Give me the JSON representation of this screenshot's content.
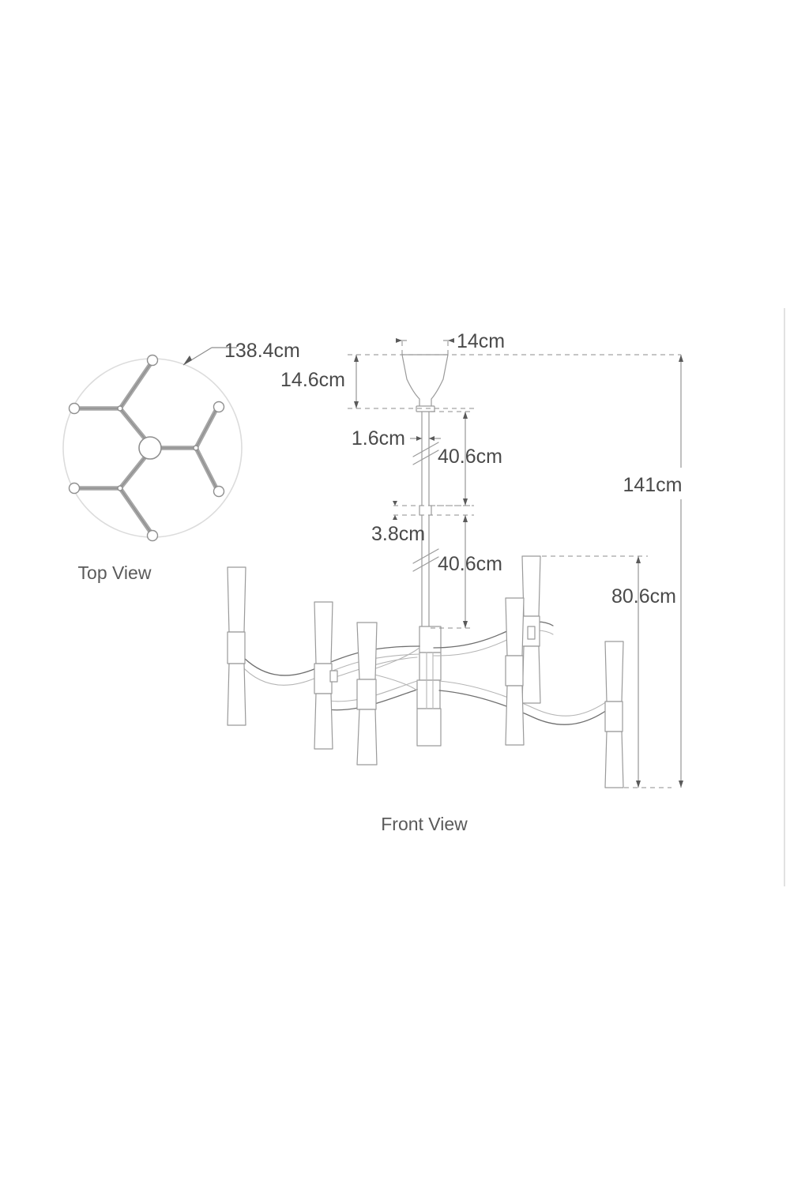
{
  "document": {
    "type": "product-dimension-drawing",
    "subject": "6-light curved-arm chandelier",
    "background_color": "#ffffff",
    "line_color": "#9a9a9a",
    "text_color": "#4a4a4a"
  },
  "views": [
    {
      "id": "top-view",
      "label": "Top View"
    },
    {
      "id": "front-view",
      "label": "Front View"
    }
  ],
  "top_view": {
    "label": "Top View",
    "diameter_callout": "138.4cm",
    "arm_count": 3,
    "light_count": 6
  },
  "front_view": {
    "label": "Front View",
    "dimensions": {
      "canopy_width": "14cm",
      "canopy_height": "14.6cm",
      "rod_diameter": "1.6cm",
      "rod_segment_upper": "40.6cm",
      "coupling_gap": "3.8cm",
      "rod_segment_lower": "40.6cm",
      "overall_height": "141cm",
      "body_height": "80.6cm"
    }
  },
  "dimension_callouts": [
    {
      "id": "diameter",
      "value": "138.4cm",
      "view": "top-view"
    },
    {
      "id": "canopy-width",
      "value": "14cm",
      "view": "front-view"
    },
    {
      "id": "canopy-height",
      "value": "14.6cm",
      "view": "front-view"
    },
    {
      "id": "rod-diameter",
      "value": "1.6cm",
      "view": "front-view"
    },
    {
      "id": "rod-upper",
      "value": "40.6cm",
      "view": "front-view"
    },
    {
      "id": "coupling",
      "value": "3.8cm",
      "view": "front-view"
    },
    {
      "id": "rod-lower",
      "value": "40.6cm",
      "view": "front-view"
    },
    {
      "id": "overall-height",
      "value": "141cm",
      "view": "front-view"
    },
    {
      "id": "body-height",
      "value": "80.6cm",
      "view": "front-view"
    }
  ]
}
